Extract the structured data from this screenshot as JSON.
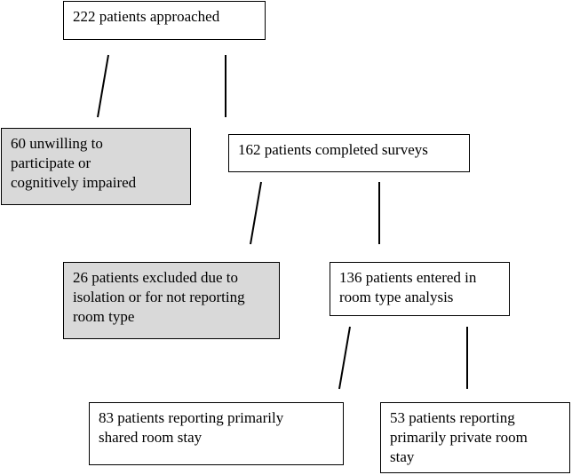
{
  "flowchart": {
    "approached": {
      "lines": [
        "222 patients approached"
      ]
    },
    "unwilling": {
      "lines": [
        "60 unwilling to",
        "participate or",
        "cognitively impaired"
      ]
    },
    "completed": {
      "lines": [
        "162 patients completed surveys"
      ]
    },
    "excluded": {
      "lines": [
        "26 patients excluded due to",
        "isolation or for not reporting",
        "room type"
      ]
    },
    "entered": {
      "lines": [
        "136 patients entered in",
        "room type analysis"
      ]
    },
    "shared": {
      "lines": [
        "83 patients reporting primarily",
        "shared room stay"
      ]
    },
    "private": {
      "lines": [
        "53 patients reporting",
        "primarily private room",
        "stay"
      ]
    }
  }
}
